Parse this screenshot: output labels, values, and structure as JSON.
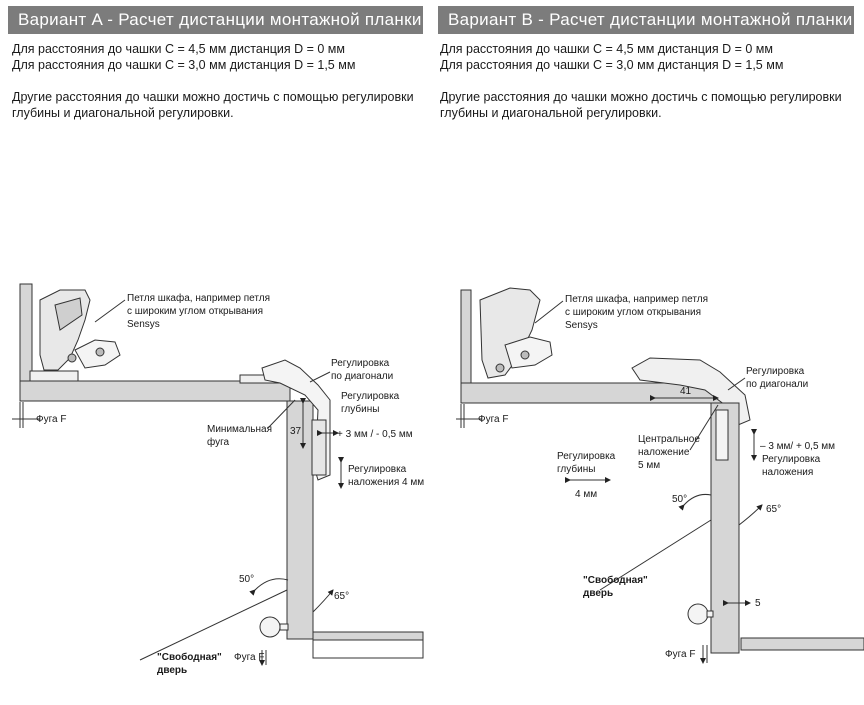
{
  "variantA": {
    "title": "Вариант A - Расчет дистанции монтажной планки",
    "line1": "Для расстояния до чашки C = 4,5 мм дистанция D = 0 мм",
    "line2": "Для расстояния до чашки C = 3,0 мм дистанция D = 1,5 мм",
    "desc1": "Другие расстояния до чашки можно достичь с помощью регулировки",
    "desc2": "глубины и диагональной регулировки.",
    "diagram": {
      "hinge1": "Петля шкафа, например петля",
      "hinge2": "с широким углом открывания",
      "hinge3": "Sensys",
      "diag1": "Регулировка",
      "diag2": "по диагонали",
      "depth1": "Регулировка",
      "depth2": "глубины",
      "depth_val": "+ 3 мм /  - 0,5 мм",
      "min_gap1": "Минимальная",
      "min_gap2": "фуга",
      "dim37": "37",
      "overlay1": "Регулировка",
      "overlay2": "наложения 4 мм",
      "gap_f_top": "Фуга F",
      "angle50": "50°",
      "angle65": "65°",
      "free1": "\"Свободная\"",
      "free2": "дверь",
      "gap_f_bottom": "Фуга F"
    }
  },
  "variantB": {
    "title": "Вариант B - Расчет дистанции монтажной планки",
    "line1": "Для расстояния до чашки C = 4,5 мм дистанция D = 0 мм",
    "line2": "Для расстояния до чашки C = 3,0 мм дистанция D = 1,5 мм",
    "desc1": "Другие расстояния до чашки можно достичь с помощью регулировки",
    "desc2": "глубины и диагональной регулировки.",
    "diagram": {
      "hinge1": "Петля шкафа, например петля",
      "hinge2": "с широким углом открывания",
      "hinge3": "Sensys",
      "diag1": "Регулировка",
      "diag2": "по диагонали",
      "dim41": "41",
      "gap_f_top": "Фуга F",
      "center1": "Центральное",
      "center2": "наложение",
      "center3": "5 мм",
      "depth1": "Регулировка",
      "depth2": "глубины",
      "depth_val": "4 мм",
      "overlay_val": "– 3 мм/ + 0,5 мм",
      "overlay1": "Регулировка",
      "overlay2": "наложения",
      "angle50": "50°",
      "angle65": "65°",
      "free1": "\"Свободная\"",
      "free2": "дверь",
      "dim5": "5",
      "gap_f_bottom": "Фуга F"
    }
  }
}
